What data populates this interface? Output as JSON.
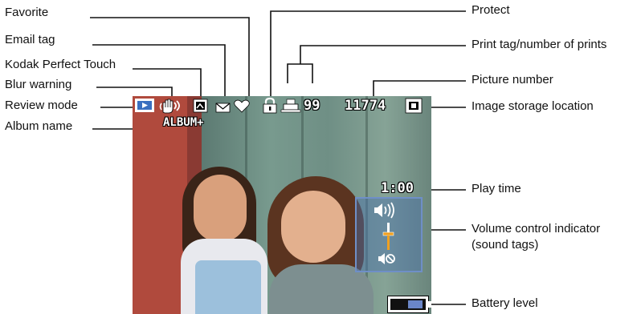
{
  "labels": {
    "favorite": "Favorite",
    "email_tag": "Email tag",
    "perfect_touch": "Kodak Perfect Touch",
    "blur_warning": "Blur warning",
    "review_mode": "Review mode",
    "album_name": "Album name",
    "protect": "Protect",
    "print_tag": "Print tag/number of prints",
    "picture_number": "Picture number",
    "storage_location": "Image storage location",
    "play_time": "Play time",
    "volume_line1": "Volume control indicator",
    "volume_line2": "(sound tags)",
    "battery_level": "Battery level"
  },
  "screen": {
    "album": "ALBUM+",
    "print_count": "99",
    "picture_number": "11774",
    "play_time": "1:00"
  }
}
